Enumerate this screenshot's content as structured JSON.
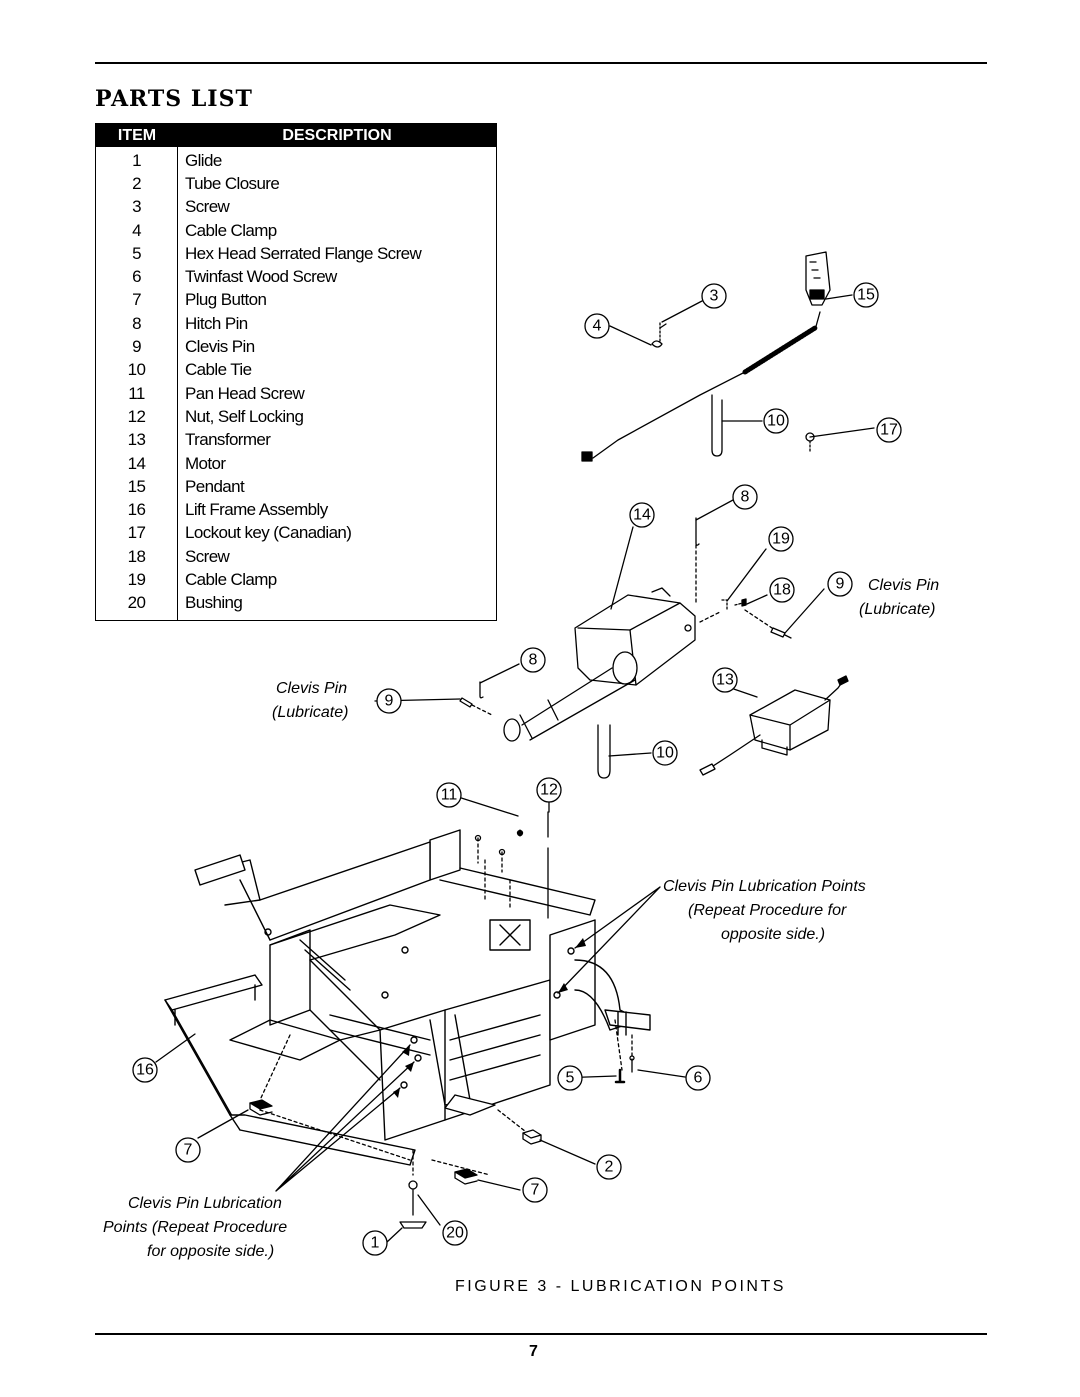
{
  "page": {
    "title": "PARTS LIST",
    "figure_caption": "FIGURE 3 - LUBRICATION POINTS",
    "page_number": "7"
  },
  "table": {
    "header_item": "ITEM",
    "header_description": "DESCRIPTION",
    "rows": [
      {
        "item": "1",
        "description": "Glide"
      },
      {
        "item": "2",
        "description": "Tube Closure"
      },
      {
        "item": "3",
        "description": "Screw"
      },
      {
        "item": "4",
        "description": "Cable Clamp"
      },
      {
        "item": "5",
        "description": "Hex Head Serrated Flange Screw"
      },
      {
        "item": "6",
        "description": "Twinfast Wood Screw"
      },
      {
        "item": "7",
        "description": "Plug Button"
      },
      {
        "item": "8",
        "description": "Hitch Pin"
      },
      {
        "item": "9",
        "description": "Clevis Pin"
      },
      {
        "item": "10",
        "description": "Cable Tie"
      },
      {
        "item": "11",
        "description": "Pan Head Screw"
      },
      {
        "item": "12",
        "description": "Nut, Self Locking"
      },
      {
        "item": "13",
        "description": "Transformer"
      },
      {
        "item": "14",
        "description": "Motor"
      },
      {
        "item": "15",
        "description": "Pendant"
      },
      {
        "item": "16",
        "description": "Lift Frame Assembly"
      },
      {
        "item": "17",
        "description": "Lockout key (Canadian)"
      },
      {
        "item": "18",
        "description": "Screw"
      },
      {
        "item": "19",
        "description": "Cable Clamp"
      },
      {
        "item": "20",
        "description": "Bushing"
      }
    ]
  },
  "diagram": {
    "callouts": {
      "c3": "3",
      "c15": "15",
      "c4": "4",
      "c10a": "10",
      "c17": "17",
      "c8a": "8",
      "c14": "14",
      "c19": "19",
      "c18": "18",
      "c9a": "9",
      "c8b": "8",
      "c13": "13",
      "c9b": "9",
      "c10b": "10",
      "c11": "11",
      "c12": "12",
      "c16": "16",
      "c5": "5",
      "c6": "6",
      "c7a": "7",
      "c2": "2",
      "c7b": "7",
      "c1": "1",
      "c20": "20"
    },
    "notes": {
      "clevis_right_1": "Clevis Pin",
      "clevis_right_2": "(Lubricate)",
      "clevis_left_1": "Clevis Pin",
      "clevis_left_2": "(Lubricate)",
      "lube_points_right_1": "Clevis Pin Lubrication Points",
      "lube_points_right_2": "(Repeat Procedure for",
      "lube_points_right_3": "opposite side.)",
      "lube_points_left_1": "Clevis Pin Lubrication",
      "lube_points_left_2": "Points (Repeat Procedure",
      "lube_points_left_3": "for opposite side.)"
    }
  }
}
